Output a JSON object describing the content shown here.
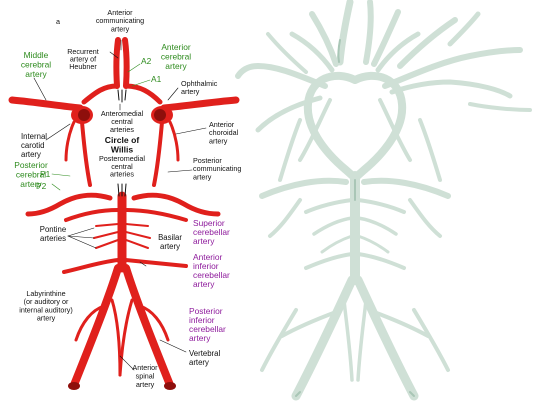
{
  "labels": {
    "top_fragment": "a",
    "anterior_communicating": [
      "Anterior",
      "communicating",
      "artery"
    ],
    "recurrent_heubner": [
      "Recurrent",
      "artery of",
      "Heubner"
    ],
    "middle_cerebral": [
      "Middle",
      "cerebral",
      "artery"
    ],
    "anterior_cerebral": [
      "Anterior",
      "cerebral",
      "artery"
    ],
    "a2": "A2",
    "a1": "A1",
    "ophthalmic": [
      "Ophthalmic",
      "artery"
    ],
    "anteromedial_central": [
      "Anteromedial",
      "central",
      "arteries"
    ],
    "internal_carotid": [
      "Internal",
      "carotid",
      "artery"
    ],
    "circle_of_willis": [
      "Circle of",
      "Willis"
    ],
    "anterior_choroidal": [
      "Anterior",
      "choroidal",
      "artery"
    ],
    "posteromedial_central": [
      "Posteromedial",
      "central",
      "arteries"
    ],
    "posterior_cerebral": [
      "Posterior",
      "cerebral",
      "artery"
    ],
    "p1": "P1",
    "p2": "P2",
    "posterior_communicating": [
      "Posterior",
      "communicating",
      "artery"
    ],
    "pontine": [
      "Pontine",
      "arteries"
    ],
    "basilar": [
      "Basilar",
      "artery"
    ],
    "superior_cerebellar": [
      "Superior",
      "cerebellar",
      "artery"
    ],
    "anterior_inferior_cerebellar": [
      "Anterior",
      "inferior",
      "cerebellar",
      "artery"
    ],
    "labyrinthine": [
      "Labyrinthine",
      "(or auditory or",
      "internal auditory)",
      "artery"
    ],
    "posterior_inferior_cerebellar": [
      "Posterior",
      "inferior",
      "cerebellar",
      "artery"
    ],
    "vertebral": [
      "Vertebral",
      "artery"
    ],
    "anterior_spinal": [
      "Anterior",
      "spinal",
      "artery"
    ]
  },
  "colors": {
    "artery": "#e0201c",
    "artery_dark": "#8e0f0c",
    "label": "#111111",
    "label_green": "#2e8b1e",
    "label_purple": "#8e1b9c",
    "sketch": "#cfe0d6",
    "sketch_dark": "#a9c6b6"
  }
}
